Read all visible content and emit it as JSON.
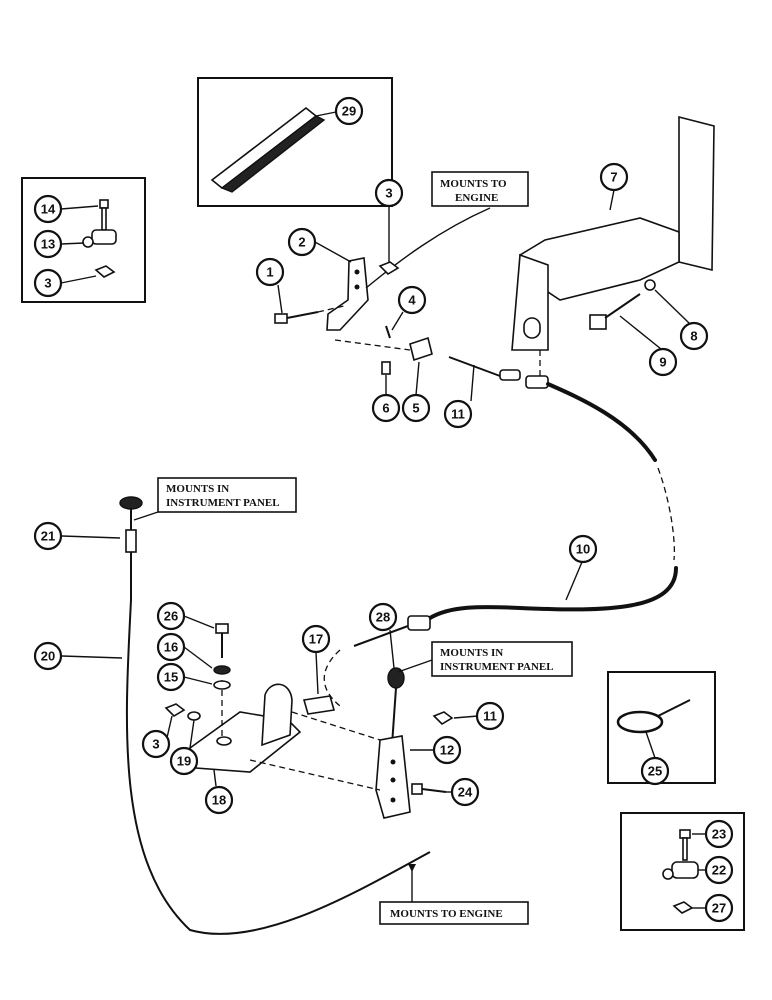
{
  "labels": {
    "mounts_to_engine_top": [
      "MOUNTS TO",
      "ENGINE"
    ],
    "mounts_in_panel_left": [
      "MOUNTS IN",
      "INSTRUMENT PANEL"
    ],
    "mounts_in_panel_center": [
      "MOUNTS IN",
      "INSTRUMENT PANEL"
    ],
    "mounts_to_engine_bottom": [
      "MOUNTS TO ENGINE"
    ]
  },
  "callouts": {
    "c29": "29",
    "c14": "14",
    "c13": "13",
    "c3a": "3",
    "c3b": "3",
    "c2": "2",
    "c1": "1",
    "c4": "4",
    "c6": "6",
    "c5": "5",
    "c11a": "11",
    "c7": "7",
    "c8": "8",
    "c9": "9",
    "c21": "21",
    "c20": "20",
    "c10": "10",
    "c28": "28",
    "c26": "26",
    "c16": "16",
    "c15": "15",
    "c17": "17",
    "c3c": "3",
    "c19": "19",
    "c18": "18",
    "c11b": "11",
    "c12": "12",
    "c24": "24",
    "c25": "25",
    "c23": "23",
    "c22": "22",
    "c27": "27"
  }
}
